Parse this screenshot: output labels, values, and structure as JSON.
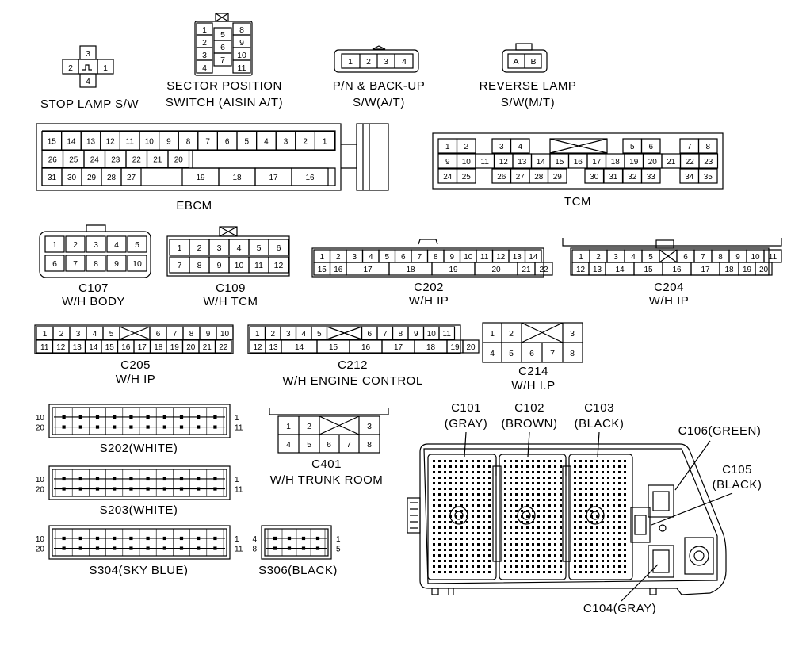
{
  "labels": {
    "stop_lamp": "STOP LAMP S/W",
    "sector_1": "SECTOR POSITION",
    "sector_2": "SWITCH (AISIN A/T)",
    "pn_1": "P/N & BACK-UP",
    "pn_2": "S/W(A/T)",
    "rev_1": "REVERSE LAMP",
    "rev_2": "S/W(M/T)",
    "ebcm": "EBCM",
    "tcm": "TCM",
    "c107_a": "C107",
    "c107_b": "W/H BODY",
    "c109_a": "C109",
    "c109_b": "W/H TCM",
    "c202_a": "C202",
    "c202_b": "W/H IP",
    "c204_a": "C204",
    "c204_b": "W/H IP",
    "c205_a": "C205",
    "c205_b": "W/H IP",
    "c212_a": "C212",
    "c212_b": "W/H ENGINE CONTROL",
    "c214_a": "C214",
    "c214_b": "W/H I.P",
    "c401_a": "C401",
    "c401_b": "W/H TRUNK ROOM",
    "s202": "S202(WHITE)",
    "s203": "S203(WHITE)",
    "s304": "S304(SKY BLUE)",
    "s306": "S306(BLACK)",
    "c101_a": "C101",
    "c101_b": "(GRAY)",
    "c102_a": "C102",
    "c102_b": "(BROWN)",
    "c103_a": "C103",
    "c103_b": "(BLACK)",
    "c106": "C106(GREEN)",
    "c105_a": "C105",
    "c105_b": "(BLACK)",
    "c104": "C104(GRAY)"
  },
  "connectors": {
    "stop_lamp": {
      "top": "3",
      "left": "2",
      "right": "1",
      "bottom": "4"
    },
    "sector": {
      "left": [
        "1",
        "2",
        "3",
        "4"
      ],
      "mid": [
        "5",
        "6",
        "7"
      ],
      "right": [
        "8",
        "9",
        "10",
        "11"
      ]
    },
    "pn": [
      "1",
      "2",
      "3",
      "4"
    ],
    "rev": [
      "A",
      "B"
    ],
    "ebcm": {
      "row1": [
        "15",
        "14",
        "13",
        "12",
        "11",
        "10",
        "9",
        "8",
        "7",
        "6",
        "5",
        "4",
        "3",
        "2",
        "1"
      ],
      "row2": [
        "26",
        "25",
        "24",
        "23",
        "22",
        "21",
        "20"
      ],
      "row3": [
        "31",
        "30",
        "29",
        "28",
        "27",
        "19",
        "18",
        "17",
        "16"
      ]
    },
    "tcm": {
      "row1": [
        "1",
        "2",
        "3",
        "4",
        "5",
        "6",
        "7",
        "8"
      ],
      "row2": [
        "9",
        "10",
        "11",
        "12",
        "13",
        "14",
        "15",
        "16",
        "17",
        "18",
        "19",
        "20",
        "21",
        "22",
        "23"
      ],
      "row3": [
        "24",
        "25",
        "26",
        "27",
        "28",
        "29",
        "30",
        "31",
        "32",
        "33",
        "34",
        "35"
      ]
    },
    "c107": {
      "row1": [
        "1",
        "2",
        "3",
        "4",
        "5"
      ],
      "row2": [
        "6",
        "7",
        "8",
        "9",
        "10"
      ]
    },
    "c109": {
      "row1": [
        "1",
        "2",
        "3",
        "4",
        "5",
        "6"
      ],
      "row2": [
        "7",
        "8",
        "9",
        "10",
        "11",
        "12"
      ]
    },
    "c202": {
      "row1": [
        "1",
        "2",
        "3",
        "4",
        "5",
        "6",
        "7",
        "8",
        "9",
        "10",
        "11",
        "12",
        "13",
        "14"
      ],
      "row2": [
        "15",
        "16",
        "17",
        "18",
        "19",
        "20",
        "21",
        "22"
      ]
    },
    "c204": {
      "row1": [
        "1",
        "2",
        "3",
        "4",
        "5",
        "6",
        "7",
        "8",
        "9",
        "10",
        "11"
      ],
      "row2": [
        "12",
        "13",
        "14",
        "15",
        "16",
        "17",
        "18",
        "19",
        "20"
      ]
    },
    "c205": {
      "row1": [
        "1",
        "2",
        "3",
        "4",
        "5",
        "6",
        "7",
        "8",
        "9",
        "10"
      ],
      "row2": [
        "11",
        "12",
        "13",
        "14",
        "15",
        "16",
        "17",
        "18",
        "19",
        "20",
        "21",
        "22"
      ]
    },
    "c212": {
      "row1": [
        "1",
        "2",
        "3",
        "4",
        "5",
        "6",
        "7",
        "8",
        "9",
        "10",
        "11"
      ],
      "row2": [
        "12",
        "13",
        "14",
        "15",
        "16",
        "17",
        "18",
        "19",
        "20"
      ]
    },
    "c214": {
      "row1": [
        "1",
        "2",
        "3"
      ],
      "row2": [
        "4",
        "5",
        "6",
        "7",
        "8"
      ]
    },
    "c401": {
      "row1": [
        "1",
        "2",
        "3"
      ],
      "row2": [
        "4",
        "5",
        "6",
        "7",
        "8"
      ]
    },
    "s_large": {
      "tl": "10",
      "bl": "20",
      "tr": "1",
      "br": "11"
    },
    "s306": {
      "tl": "4",
      "bl": "8",
      "tr": "1",
      "br": "5"
    }
  }
}
